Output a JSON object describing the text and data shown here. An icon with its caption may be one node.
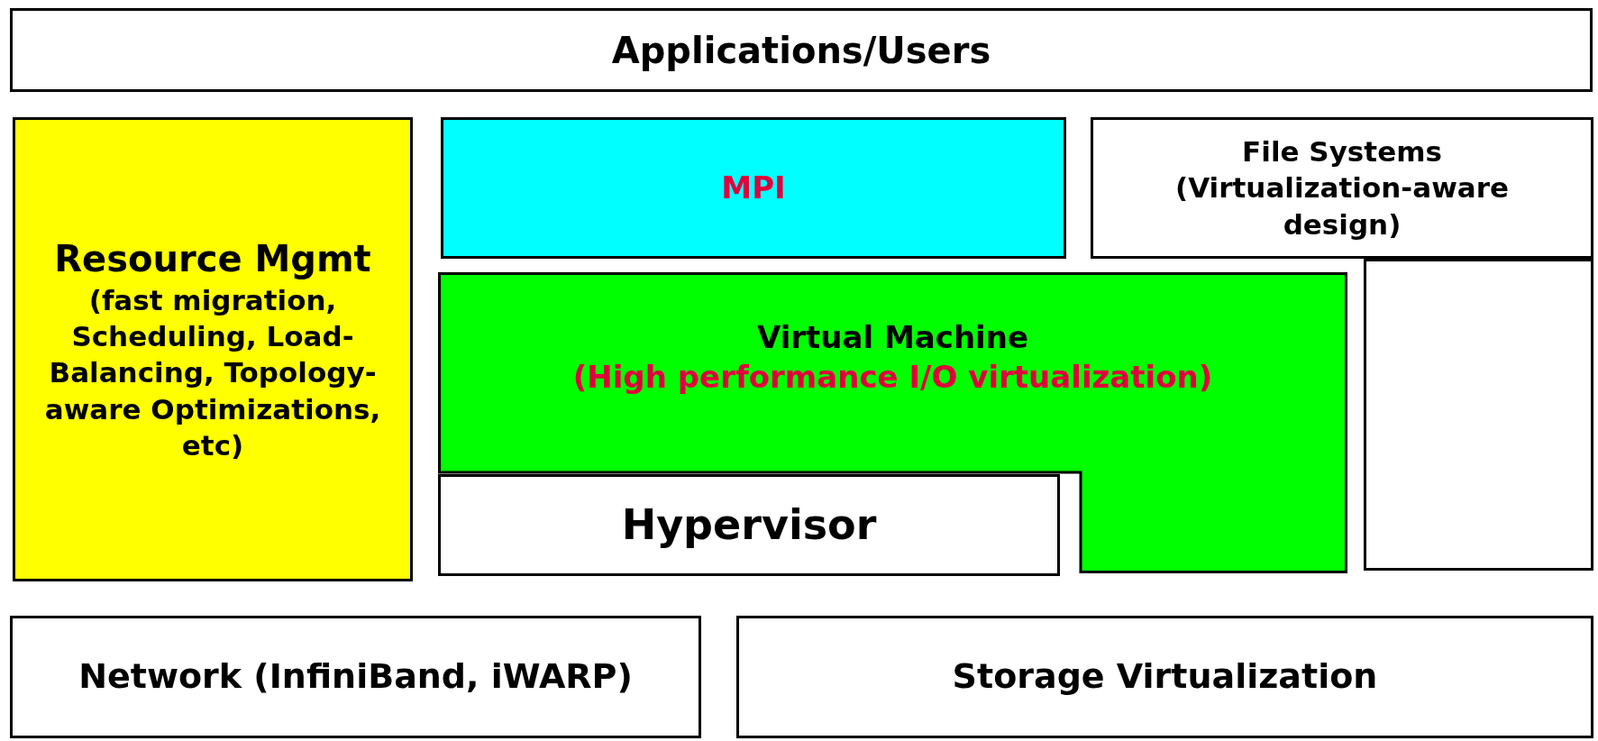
{
  "diagram": {
    "nodes": [
      {
        "text": [
          "Applications/Users"
        ]
      },
      {
        "text": [
          "Resource Mgmt",
          "(fast migration, Scheduling, Load-Balancing, Topology-aware Optimizations, etc)"
        ]
      },
      {
        "text": [
          "MPI"
        ]
      },
      {
        "text": [
          "File Systems (Virtualization-aware design)"
        ]
      },
      {
        "text": [
          "Virtual Machine",
          "(High performance I/O virtualization)"
        ]
      },
      {
        "text": [
          "Hypervisor"
        ]
      },
      {
        "text": [],
        "shape": "box"
      },
      {
        "text": [
          "Network (InfiniBand, iWARP)"
        ]
      },
      {
        "text": [
          "Storage Virtualization"
        ]
      }
    ],
    "edges": []
  }
}
